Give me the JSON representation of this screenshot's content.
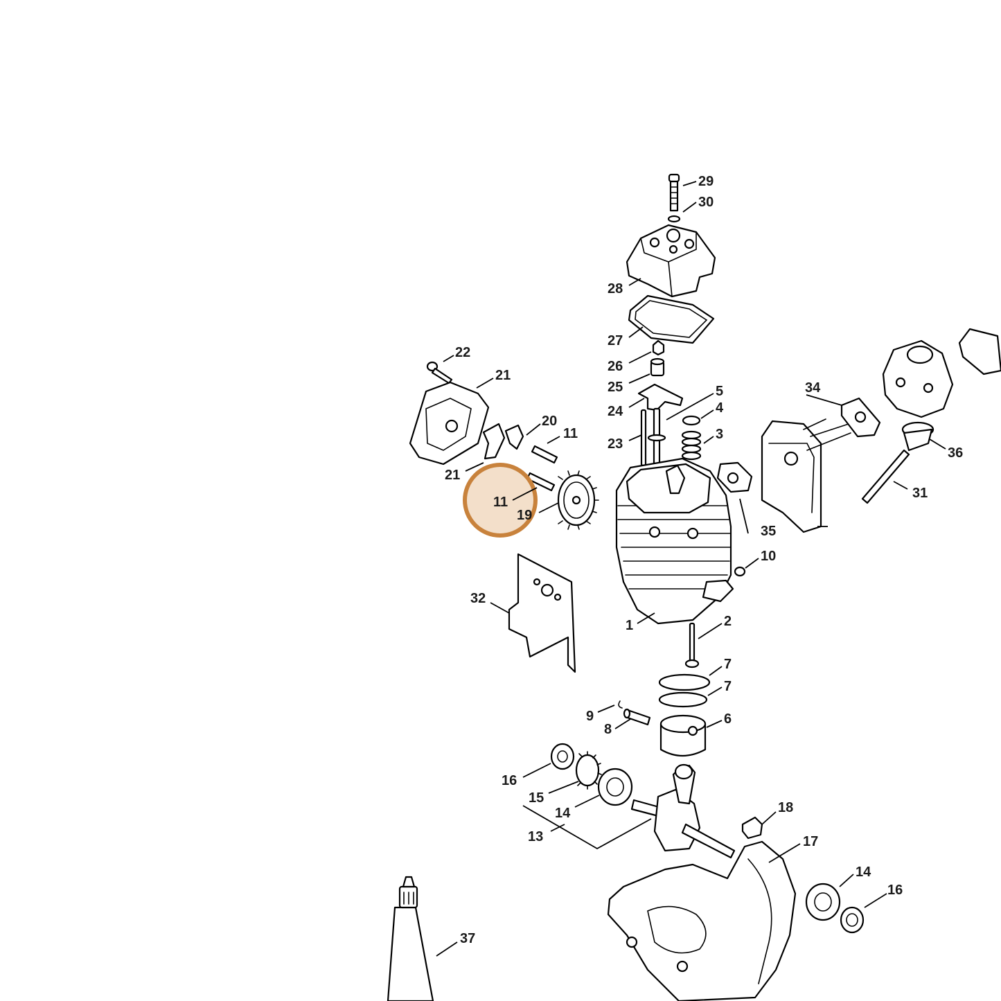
{
  "diagram": {
    "callouts": [
      "1",
      "2",
      "3",
      "4",
      "5",
      "6",
      "7",
      "7",
      "8",
      "9",
      "10",
      "11",
      "11",
      "13",
      "14",
      "14",
      "15",
      "16",
      "16",
      "17",
      "18",
      "19",
      "20",
      "20",
      "21",
      "22",
      "23",
      "24",
      "25",
      "26",
      "27",
      "28",
      "29",
      "30",
      "31",
      "32",
      "34",
      "35",
      "36",
      "37"
    ],
    "highlight": {
      "label": "11",
      "fill_color": "#f2dcc4",
      "ring_color": "#c8823c"
    }
  }
}
